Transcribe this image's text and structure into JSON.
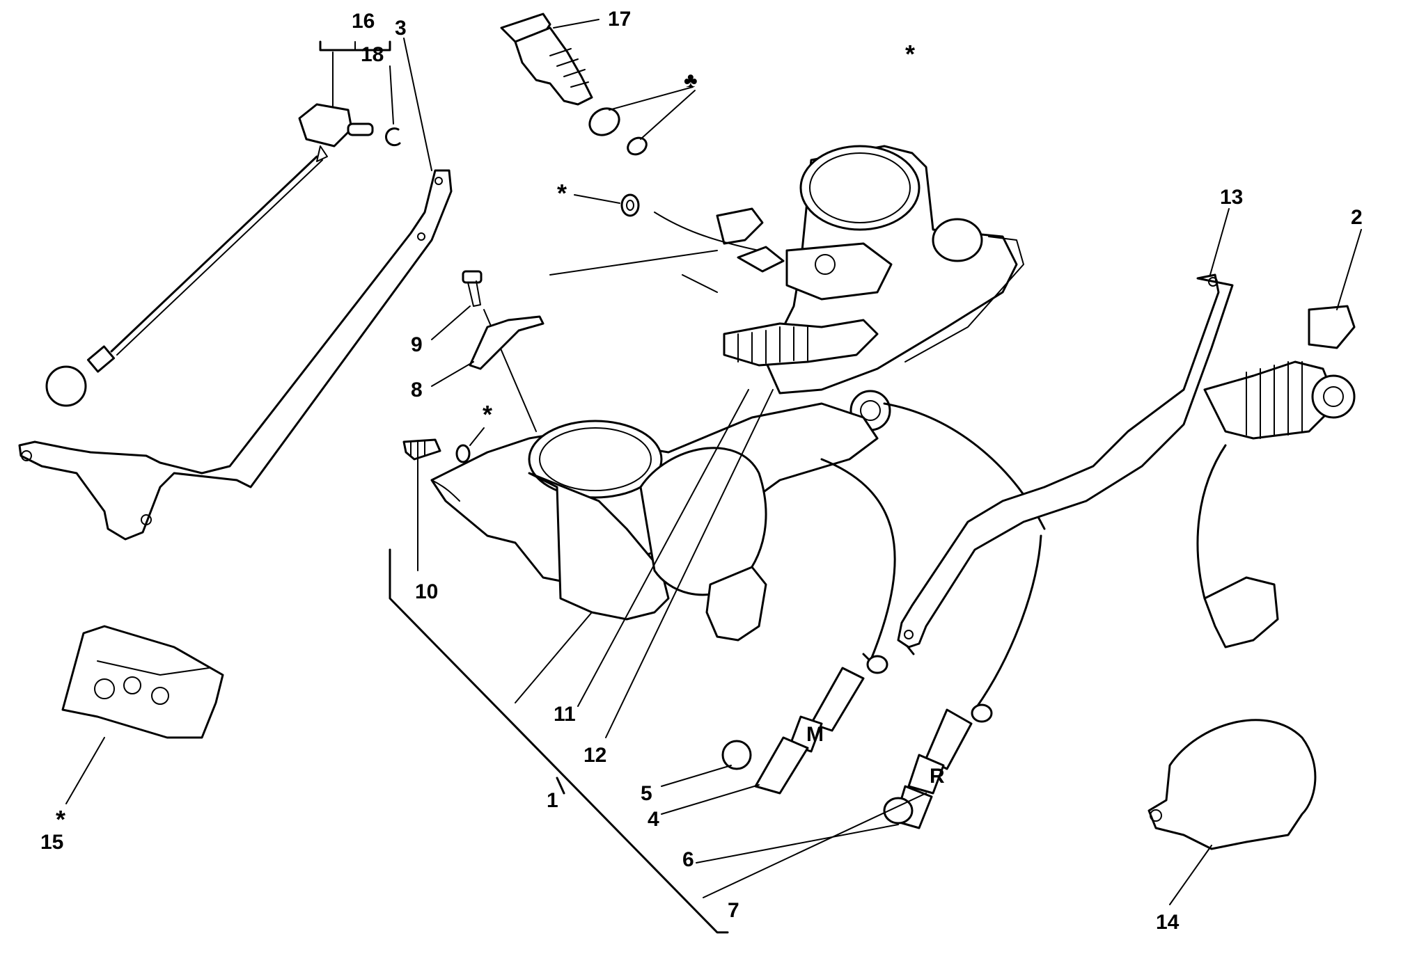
{
  "labels": {
    "l1": "1",
    "l2": "2",
    "l3": "3",
    "l4": "4",
    "l5": "5",
    "l6": "6",
    "l7": "7",
    "l8": "8",
    "l9": "9",
    "l10": "10",
    "l11": "11",
    "l12": "12",
    "l13": "13",
    "l14": "14",
    "l15": "15",
    "l16": "16",
    "l17": "17",
    "l18": "18"
  },
  "markers": {
    "star": "*",
    "club": "♣"
  },
  "hose_marks": {
    "upper": "M",
    "lower": "R"
  },
  "colors": {
    "line": "#000000",
    "background": "#ffffff"
  }
}
